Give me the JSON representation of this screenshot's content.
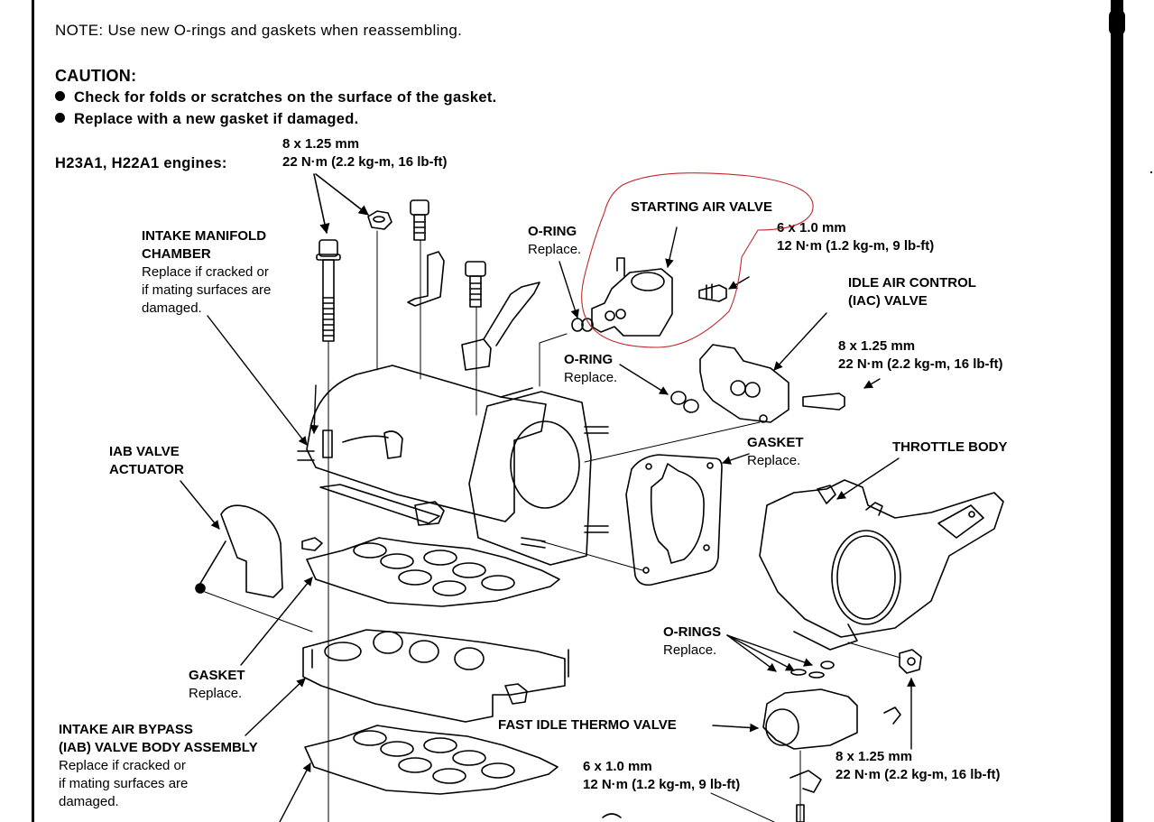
{
  "note": "NOTE:  Use new O-rings and gaskets when reassembling.",
  "caution": {
    "title": "CAUTION:",
    "items": [
      "Check for folds or scratches on the surface of the gasket.",
      "Replace with a new gasket if damaged."
    ]
  },
  "engines_label": "H23A1, H22A1 engines:",
  "torque_specs": {
    "top": {
      "size": "8 x 1.25 mm",
      "torque": "22 N·m (2.2 kg-m, 16 lb-ft)"
    },
    "starting_valve_bolt": {
      "size": "6 x 1.0 mm",
      "torque": "12 N·m (1.2 kg-m, 9 lb-ft)"
    },
    "iac_bolt": {
      "size": "8 x 1.25 mm",
      "torque": "22 N·m (2.2 kg-m, 16 lb-ft)"
    },
    "fast_idle_bolt": {
      "size": "6 x 1.0 mm",
      "torque": "12 N·m (1.2 kg-m, 9 lb-ft)"
    },
    "fast_idle_nut": {
      "size": "8 x 1.25 mm",
      "torque": "22 N·m (2.2 kg-m, 16 lb-ft)"
    }
  },
  "labels": {
    "intake_manifold": {
      "title1": "INTAKE MANIFOLD",
      "title2": "CHAMBER",
      "desc1": "Replace if cracked or",
      "desc2": "if mating surfaces are",
      "desc3": "damaged."
    },
    "oring_starting": {
      "title": "O-RING",
      "desc": "Replace."
    },
    "starting_air_valve": {
      "title": "STARTING AIR VALVE"
    },
    "iac_valve": {
      "title1": "IDLE AIR CONTROL",
      "title2": "(IAC) VALVE"
    },
    "oring_iac": {
      "title": "O-RING",
      "desc": "Replace."
    },
    "gasket_throttle": {
      "title": "GASKET",
      "desc": "Replace."
    },
    "throttle_body": {
      "title": "THROTTLE BODY"
    },
    "iab_actuator": {
      "title1": "IAB VALVE",
      "title2": "ACTUATOR"
    },
    "gasket_iab": {
      "title": "GASKET",
      "desc": "Replace."
    },
    "iab_body": {
      "title1": "INTAKE AIR BYPASS",
      "title2": "(IAB) VALVE BODY ASSEMBLY",
      "desc1": "Replace if cracked or",
      "desc2": "if mating surfaces are",
      "desc3": "damaged."
    },
    "orings_fast_idle": {
      "title": "O-RINGS",
      "desc": "Replace."
    },
    "fast_idle_valve": {
      "title": "FAST IDLE THERMO VALVE"
    }
  },
  "colors": {
    "ink": "#000000",
    "annotation_circle": "#c0282d",
    "paper": "#ffffff"
  }
}
